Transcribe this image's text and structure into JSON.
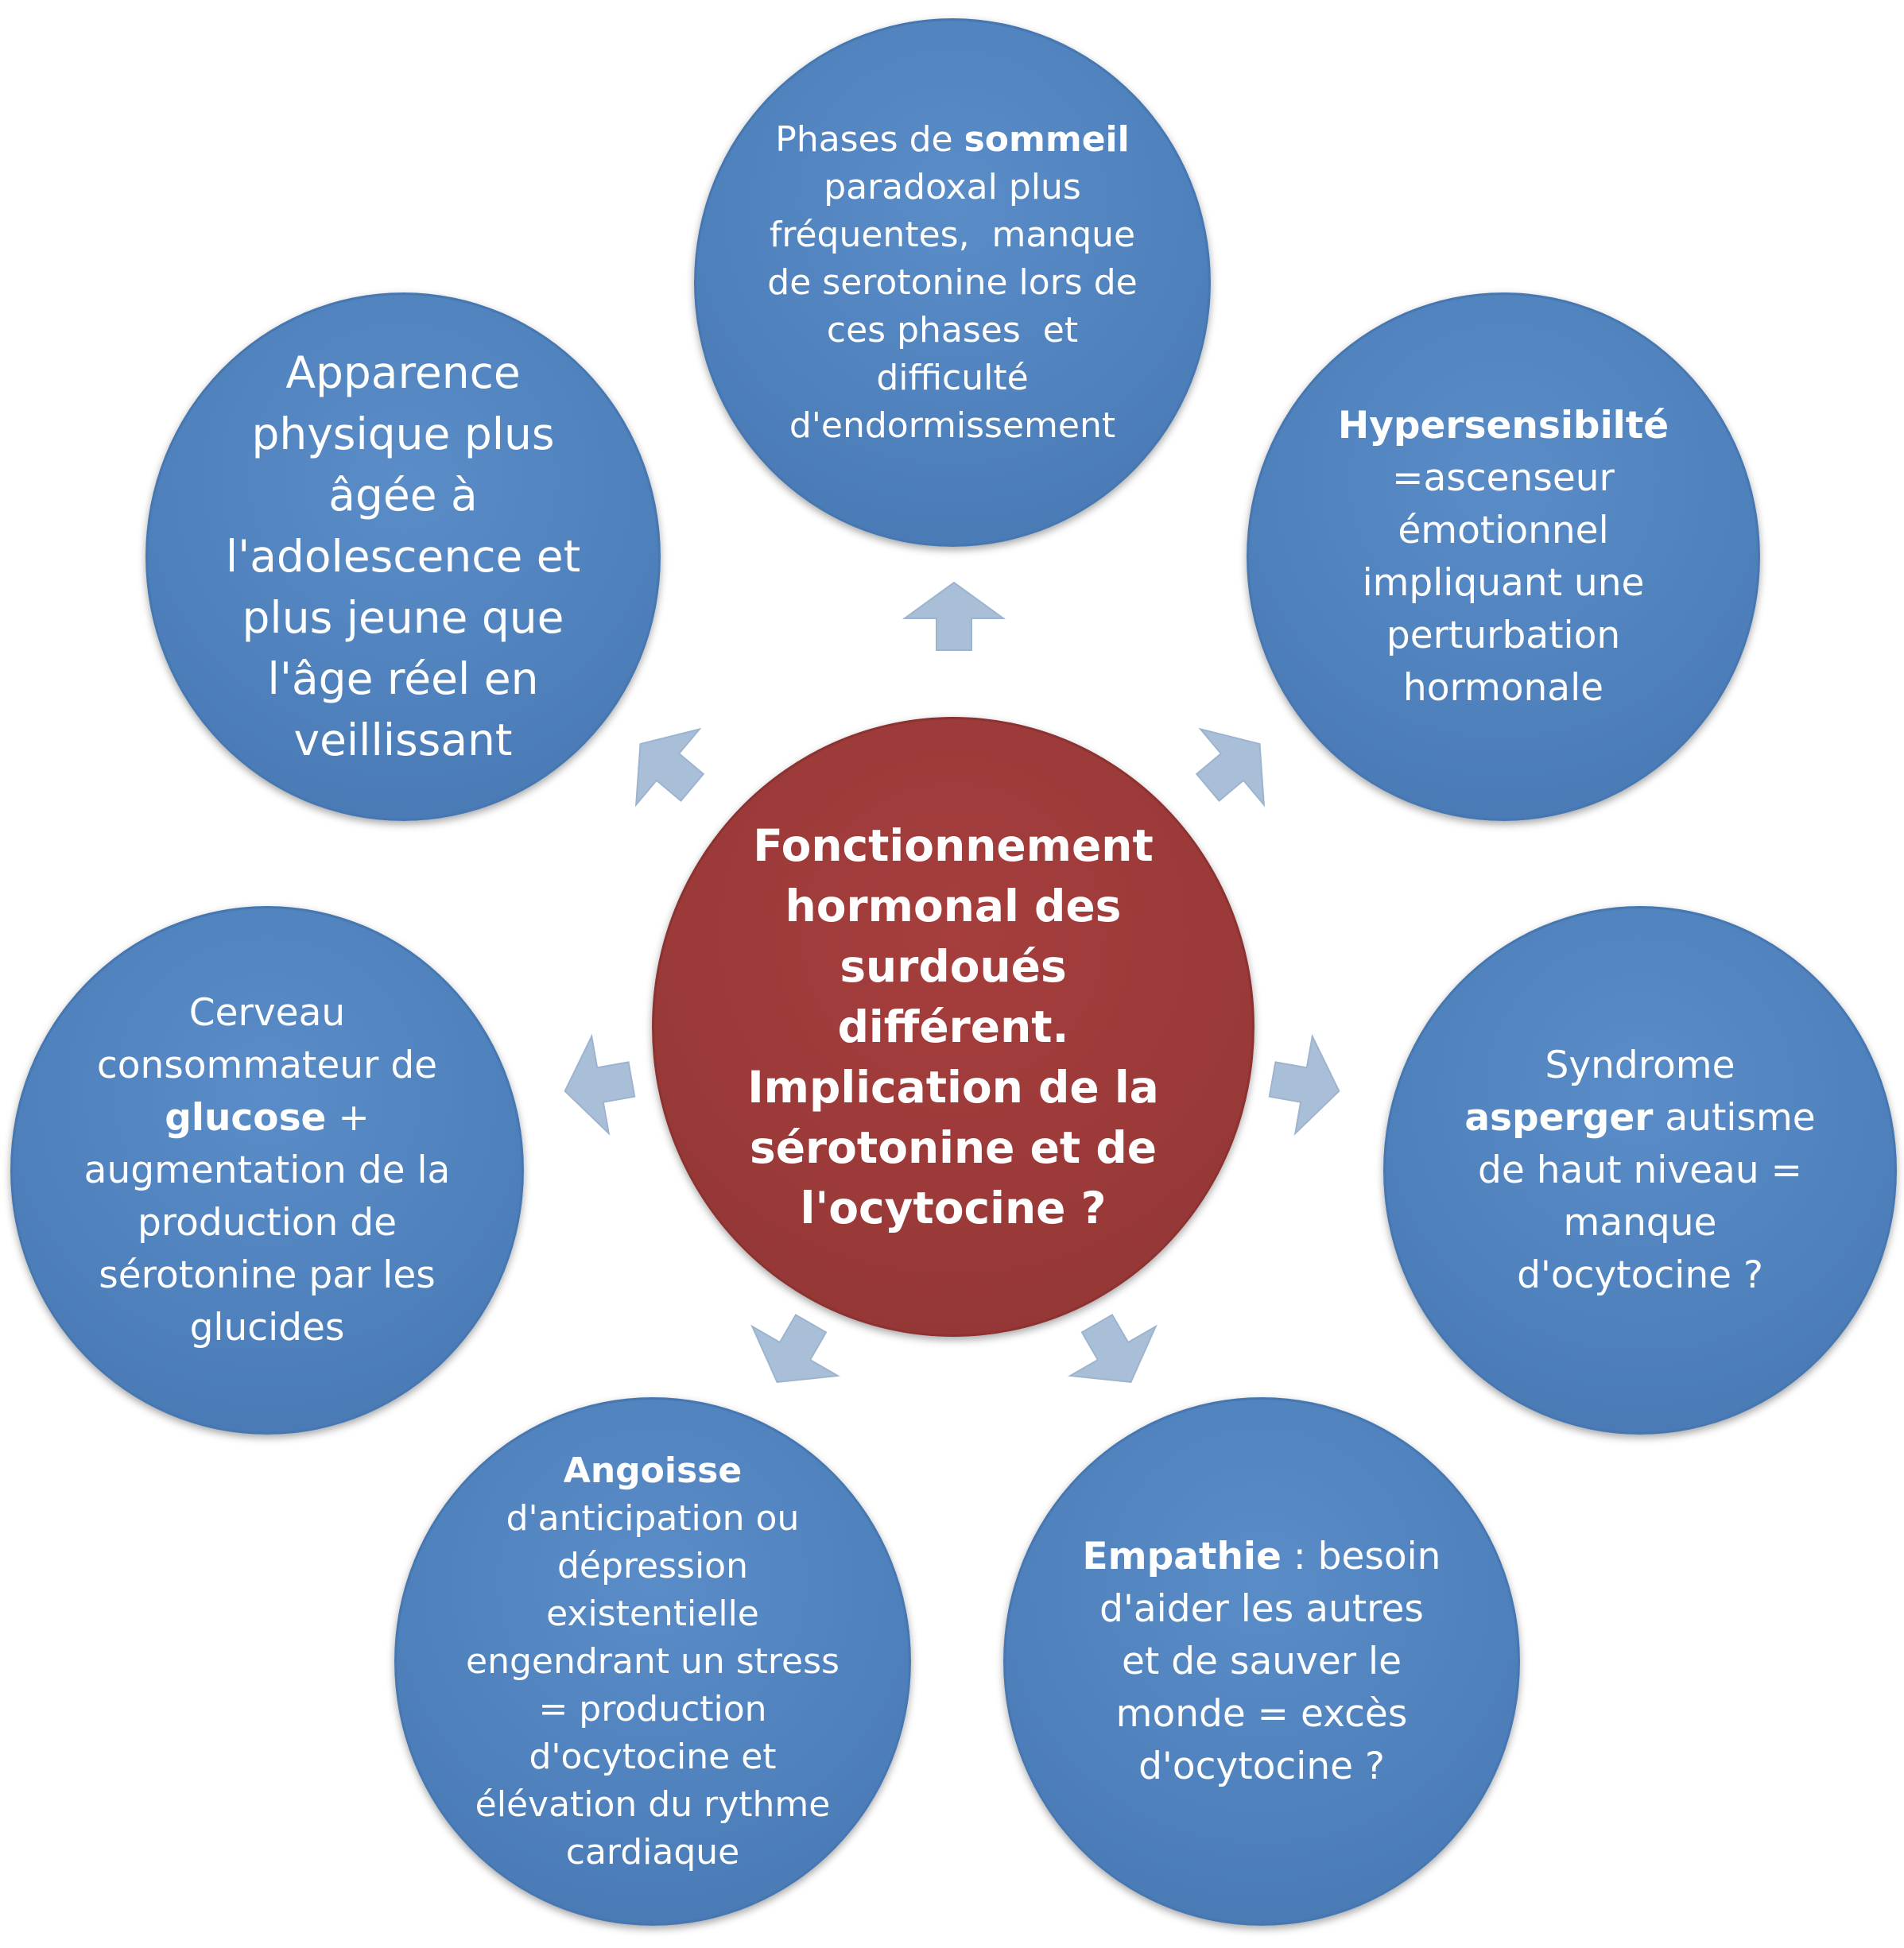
{
  "colors": {
    "outer_circle": "#4f81bd",
    "center_circle": "#9b3a39",
    "arrow": "#a9bfd8",
    "text": "#ffffff"
  },
  "center": {
    "lines": [
      "Fonctionnement",
      "hormonal des",
      "surdoués",
      "différent.",
      "Implication de la",
      "sérotonine et de",
      "l'ocytocine ?"
    ]
  },
  "nodes": {
    "sleep": {
      "line1_pre": "Phases de ",
      "line1_bold": "sommeil",
      "lines": [
        "paradoxal plus",
        "fréquentes,  manque",
        "de serotonine lors de",
        "ces phases  et",
        "difficulté",
        "d'endormissement"
      ]
    },
    "hyper": {
      "line1_bold": "Hypersensibilté",
      "lines": [
        "=ascenseur",
        "émotionnel",
        "impliquant une",
        "perturbation",
        "hormonale"
      ]
    },
    "appearance": {
      "lines": [
        "Apparence",
        "physique plus",
        "âgée à",
        "l'adolescence et",
        "plus jeune que",
        "l'âge réel en",
        "veillissant"
      ]
    },
    "glucose": {
      "lines_before": [
        "Cerveau",
        "consommateur de"
      ],
      "bold_word": "glucose",
      "bold_suffix": " +",
      "lines_after": [
        "augmentation de la",
        "production de",
        "sérotonine par les",
        "glucides"
      ]
    },
    "asperger": {
      "line1": "Syndrome",
      "line2_bold": "asperger",
      "line2_rest": " autisme",
      "lines": [
        "de haut niveau =",
        "manque",
        "d'ocytocine ?"
      ]
    },
    "angoisse": {
      "line1_bold": "Angoisse",
      "lines": [
        "d'anticipation ou",
        "dépression",
        "existentielle",
        "engendrant un stress",
        "= production",
        "d'ocytocine et",
        "élévation du rythme",
        "cardiaque"
      ]
    },
    "empathie": {
      "line1_bold": "Empathie",
      "line1_rest": " : besoin",
      "lines": [
        "d'aider les autres",
        "et de sauver le",
        "monde = excès",
        "d'ocytocine ?"
      ]
    }
  }
}
